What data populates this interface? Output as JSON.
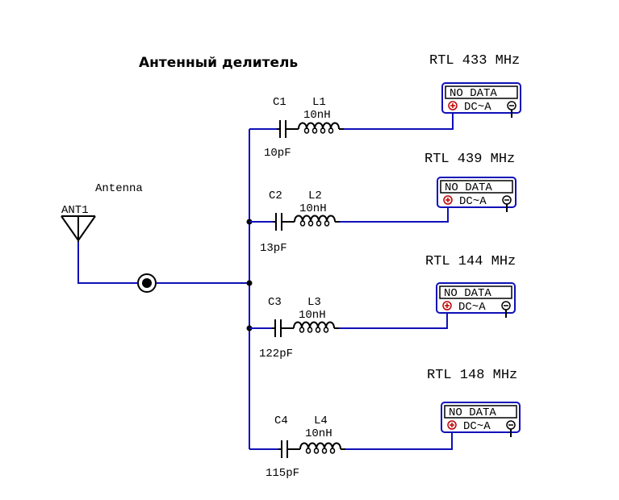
{
  "title": "Антенный делитель",
  "antenna": {
    "label": "Antenna",
    "designator": "ANT1"
  },
  "branches": [
    {
      "cap": "C1",
      "cap_value": "10pF",
      "ind": "L1",
      "ind_value": "10nH",
      "rtl": "RTL 433 MHz",
      "meter_display": "NO DATA",
      "meter_mode": "DC~A"
    },
    {
      "cap": "C2",
      "cap_value": "13pF",
      "ind": "L2",
      "ind_value": "10nH",
      "rtl": "RTL 439 MHz",
      "meter_display": "NO DATA",
      "meter_mode": "DC~A"
    },
    {
      "cap": "C3",
      "cap_value": "122pF",
      "ind": "L3",
      "ind_value": "10nH",
      "rtl": "RTL 144 MHz",
      "meter_display": "NO DATA",
      "meter_mode": "DC~A"
    },
    {
      "cap": "C4",
      "cap_value": "115pF",
      "ind": "L4",
      "ind_value": "10nH",
      "rtl": "RTL 148 MHz",
      "meter_display": "NO DATA",
      "meter_mode": "DC~A"
    }
  ],
  "colors": {
    "wire": "#1010b8",
    "terminal_plus": "#c00000",
    "symbol": "#000000"
  }
}
